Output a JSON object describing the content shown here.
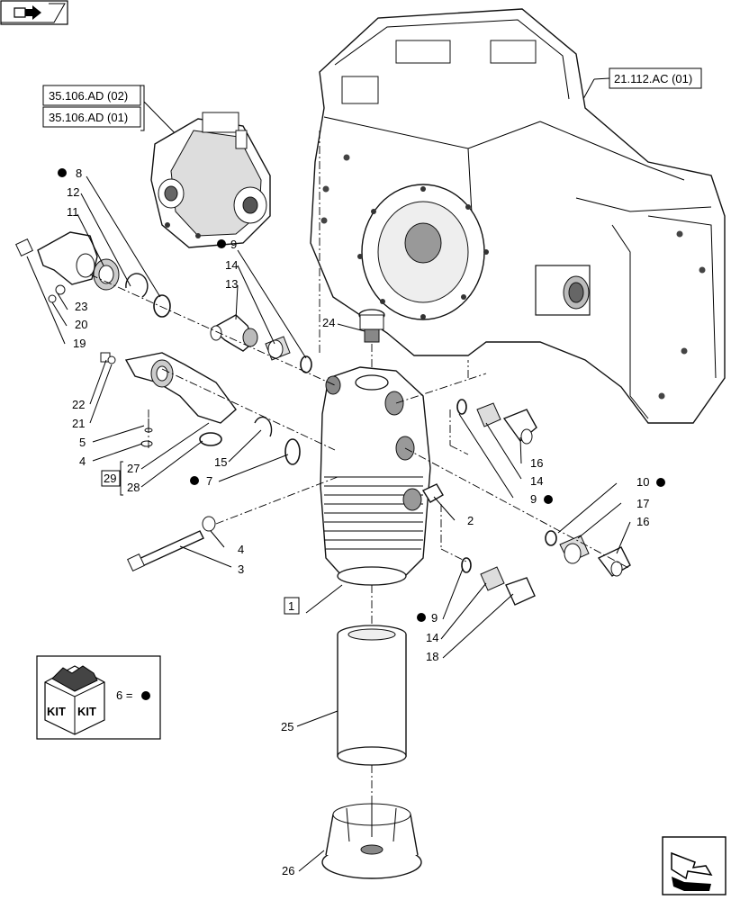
{
  "nav": {
    "top_icon": "back-arrow-icon",
    "bottom_icon": "next-arrow-icon"
  },
  "refs": [
    "35.106.AD (02)",
    "35.106.AD (01)",
    "21.112.AC (01)"
  ],
  "kit": {
    "badge_top": "KIT",
    "badge_bottom": "KIT",
    "legend": "6 ="
  },
  "callouts": {
    "c1": "1",
    "c2": "2",
    "c3": "3",
    "c4a": "4",
    "c4b": "4",
    "c5": "5",
    "c7": "7",
    "c8": "8",
    "c9a": "9",
    "c9b": "9",
    "c9c": "9",
    "c10": "10",
    "c11": "11",
    "c12": "12",
    "c13": "13",
    "c14a": "14",
    "c14b": "14",
    "c14c": "14",
    "c15": "15",
    "c16a": "16",
    "c16b": "16",
    "c17": "17",
    "c18": "18",
    "c19": "19",
    "c20": "20",
    "c21": "21",
    "c22": "22",
    "c23": "23",
    "c24": "24",
    "c25": "25",
    "c26": "26",
    "c27": "27",
    "c28": "28",
    "c29": "29"
  }
}
